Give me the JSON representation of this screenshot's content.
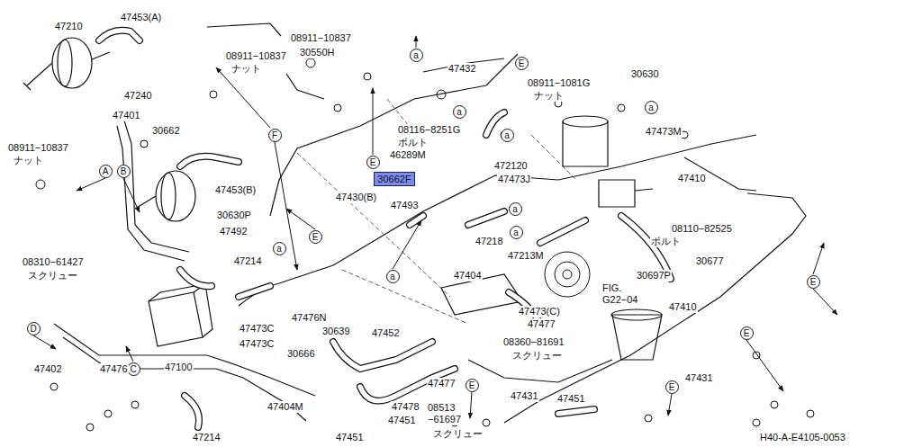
{
  "diagram": {
    "nodes": [
      {
        "text": [
          "a"
        ]
      },
      {
        "text": [
          "E"
        ]
      },
      {
        "text": [
          "a"
        ]
      },
      {
        "text": [
          "a"
        ]
      },
      {
        "text": [
          "F"
        ]
      },
      {
        "text": [
          "a"
        ]
      },
      {
        "text": [
          "E"
        ]
      },
      {
        "text": [
          "A"
        ]
      },
      {
        "text": [
          "B"
        ]
      },
      {
        "text": [
          "30662F"
        ]
      },
      {
        "text": [
          "a"
        ]
      },
      {
        "text": [
          "a"
        ]
      },
      {
        "text": [
          "E"
        ]
      },
      {
        "text": [
          "a"
        ]
      },
      {
        "text": [
          "a"
        ]
      },
      {
        "text": [
          "E"
        ]
      },
      {
        "text": [
          "D"
        ]
      },
      {
        "text": [
          "E"
        ]
      },
      {
        "text": [
          "C"
        ]
      },
      {
        "text": [
          "E"
        ]
      },
      {
        "text": [
          "E"
        ]
      }
    ],
    "labels": [
      "47210",
      "47453(A)",
      "08911−10837",
      "30550H",
      "08911−10837",
      "ナット",
      "47432",
      "30630",
      "08911−1081G",
      "ナット",
      "47240",
      "47401",
      "08116−8251G",
      "ボルト",
      "30662",
      "47473M",
      "08911−10837",
      "ナット",
      "46289M",
      "472120",
      "47473J",
      "47410",
      "47453(B)",
      "47430(B)",
      "47493",
      "30630P",
      "08110−82525",
      "ボルト",
      "47492",
      "47218",
      "47213M",
      "30677",
      "47214",
      "08310−61427",
      "スクリュー",
      "47404",
      "30697P",
      "FIG. G22−04",
      "47473(C)",
      "47476N",
      "47410",
      "47477",
      "47473C",
      "30639",
      "47452",
      "08360−81691",
      "スクリュー",
      "47473C",
      "30666",
      "47402",
      "47476",
      "47100",
      "47431",
      "47477",
      "47431",
      "47451",
      "47478",
      "47404M",
      "08513 −61697",
      "47451",
      "スクリュー",
      "47214",
      "47451",
      "H40-A-E4105-0053"
    ]
  }
}
